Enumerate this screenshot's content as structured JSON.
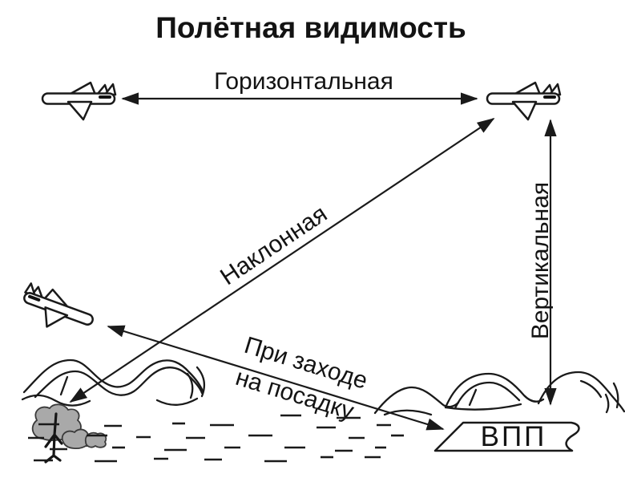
{
  "title": "Полётная видимость",
  "labels": {
    "horizontal": "Горизонтальная",
    "slant": "Наклонная",
    "vertical": "Вертикальная",
    "approach_line1": "При заходе",
    "approach_line2": "на посадку",
    "runway": "ВПП"
  },
  "icons": {
    "airplane_top_left": "airplane-side-view",
    "airplane_top_right": "airplane-side-view",
    "airplane_descending": "airplane-descending",
    "tree": "tree-with-bushes",
    "terrain": "hills-and-field-dashes"
  },
  "colors": {
    "line": "#1a1a1a",
    "text": "#131313",
    "background": "#ffffff",
    "tree_fill": "#a9a9a9",
    "tree_outline": "#3a3a3a"
  }
}
